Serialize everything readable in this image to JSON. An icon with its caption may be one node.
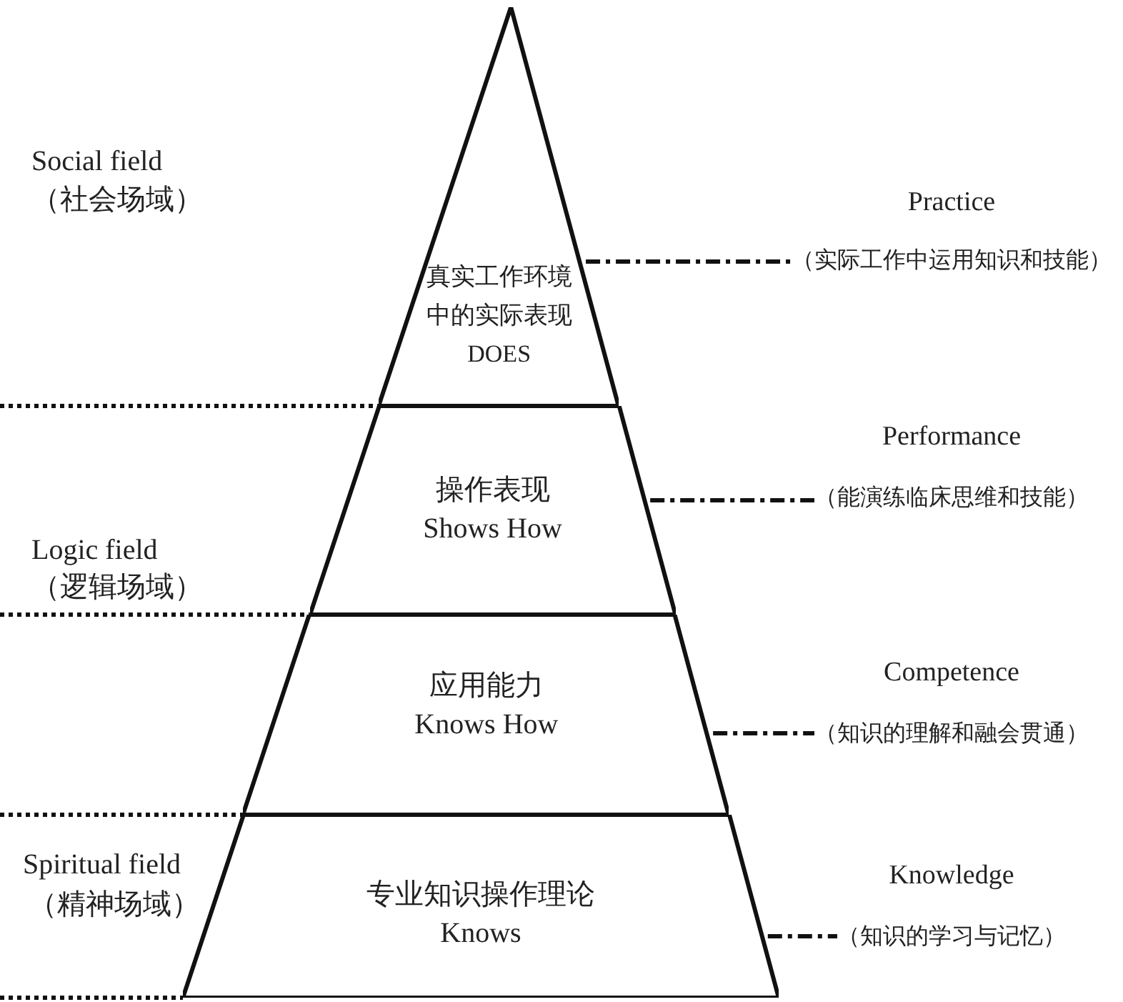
{
  "diagram": {
    "nodes": [
      {
        "text": [
          "真实工作环境中的实际表现",
          "DOES"
        ]
      },
      {
        "text": [
          "操作表现",
          "Shows How"
        ]
      },
      {
        "text": [
          "应用能力",
          "Knows How"
        ]
      },
      {
        "text": [
          "专业知识操作理论",
          "Knows"
        ]
      },
      {
        "text": [
          "Practice",
          "（实际工作中运用知识和技能）"
        ]
      },
      {
        "text": [
          "Performance",
          "（能演练临床思维和技能）"
        ]
      },
      {
        "text": [
          "Competence",
          "（知识的理解和融会贯通）"
        ]
      },
      {
        "text": [
          "Knowledge",
          "（知识的学习与记忆）"
        ]
      }
    ],
    "edges": [
      {
        "from": 0,
        "to": 4,
        "arrow": "none",
        "style": "dashed"
      },
      {
        "from": 1,
        "to": 5,
        "arrow": "none",
        "style": "dashed"
      },
      {
        "from": 2,
        "to": 6,
        "arrow": "none",
        "style": "dashed"
      },
      {
        "from": 3,
        "to": 7,
        "arrow": "none",
        "style": "dashed"
      }
    ],
    "labels": [
      "Social field",
      "（社会场域）",
      "Logic field",
      "（逻辑场域）",
      "Spiritual field",
      "（精神场域）"
    ]
  }
}
